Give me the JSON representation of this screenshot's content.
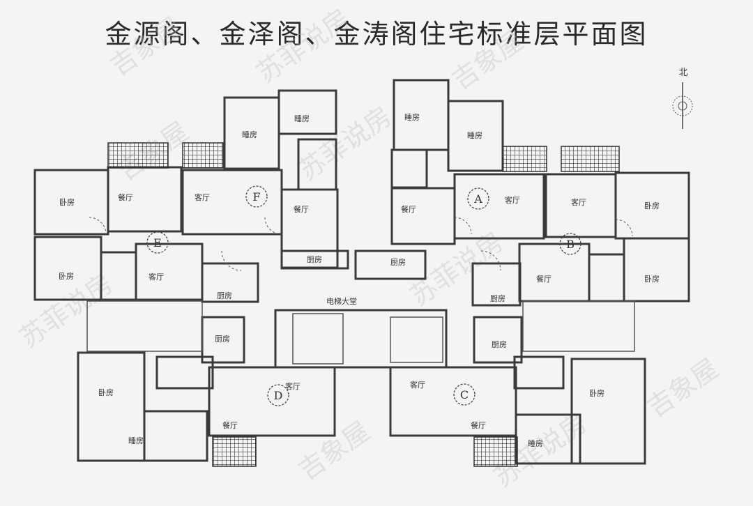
{
  "title": "金源阁、金泽阁、金涛阁住宅标准层平面图",
  "compass": {
    "north_label": "北"
  },
  "lobby": "电梯大堂",
  "units": {
    "A": {
      "label": "A",
      "rooms": [
        "睡房",
        "睡房",
        "餐厅",
        "客厅",
        "厨房"
      ]
    },
    "B": {
      "label": "B",
      "rooms": [
        "客厅",
        "卧房",
        "卧房",
        "餐厅",
        "厨房"
      ]
    },
    "C": {
      "label": "C",
      "rooms": [
        "客厅",
        "餐厅",
        "卧房",
        "睡房",
        "厨房"
      ]
    },
    "D": {
      "label": "D",
      "rooms": [
        "卧房",
        "客厅",
        "餐厅",
        "睡房",
        "厨房"
      ]
    },
    "E": {
      "label": "E",
      "rooms": [
        "卧房",
        "餐厅",
        "卧房",
        "客厅",
        "厨房"
      ]
    },
    "F": {
      "label": "F",
      "rooms": [
        "睡房",
        "睡房",
        "客厅",
        "餐厅",
        "厨房"
      ]
    }
  },
  "watermarks": [
    "吉象屋",
    "苏菲说房"
  ]
}
